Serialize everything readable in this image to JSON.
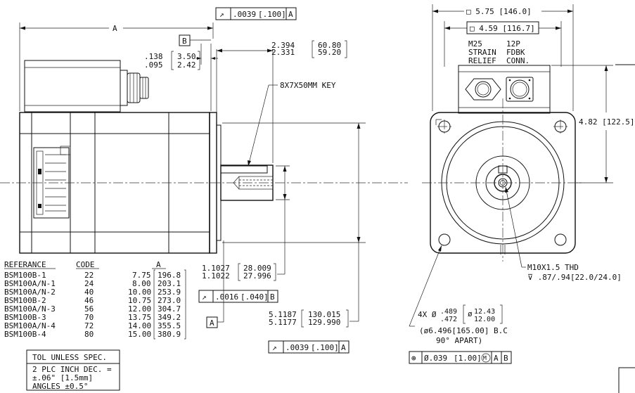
{
  "drawing": {
    "fcf": {
      "top": {
        "symbol": "↗",
        "tol": ".0039",
        "tol_mm": "[.100]",
        "datum": "A"
      },
      "mid": {
        "symbol": "↗",
        "tol": ".0016",
        "tol_mm": "[.040]",
        "datum": "B"
      },
      "bottom": {
        "symbol": "↗",
        "tol": ".0039",
        "tol_mm": "[.100]",
        "datum": "A"
      },
      "position": {
        "symbol": "⊕",
        "tol": "Ø.039",
        "tol_mm": "[1.00]",
        "mod": "M",
        "datum1": "A",
        "datum2": "B"
      }
    },
    "side": {
      "dim_a": "A",
      "datum_b": "B",
      "datum_a": "A",
      "flange_thk": {
        "in_hi": ".138",
        "in_lo": ".095",
        "mm_hi": "3.50",
        "mm_lo": "2.42"
      },
      "shaft_len": {
        "in_hi": "2.394",
        "in_lo": "2.331",
        "mm_hi": "60.80",
        "mm_lo": "59.20"
      },
      "key": "8X7X50MM KEY",
      "shaft_dia": {
        "in_hi": "1.1027",
        "in_lo": "1.1022",
        "mm_hi": "28.009",
        "mm_lo": "27.996"
      },
      "pilot_dia": {
        "in_hi": "5.1187",
        "in_lo": "5.1177",
        "mm_hi": "130.015",
        "mm_lo": "129.990"
      }
    },
    "front": {
      "width_outer": "□ 5.75 [146.0]",
      "width_box": "□ 4.59 [116.7]",
      "strain_relief": [
        "M25",
        "STRAIN",
        "RELIEF"
      ],
      "fdbk_conn": [
        "12P",
        "FDBK",
        "CONN."
      ],
      "height": "4.82 [122.5]",
      "thread": [
        "M10X1.5 THD",
        "⊽ .87/.94[22.0/24.0]"
      ],
      "holes": {
        "prefix": "4X Ø",
        "in_hi": ".489",
        "in_lo": ".472",
        "mm_hi": "12.43",
        "mm_lo": "12.00"
      },
      "bolt_circle": "(ø6.496[165.00] B.C",
      "apart": "90° APART)"
    },
    "table": {
      "headers": [
        "REFERANCE",
        "CODE",
        "A"
      ],
      "rows": [
        [
          "BSM100B-1",
          "22",
          "7.75",
          "196.8"
        ],
        [
          "BSM100A/N-1",
          "24",
          "8.00",
          "203.1"
        ],
        [
          "BSM100A/N-2",
          "40",
          "10.00",
          "253.9"
        ],
        [
          "BSM100B-2",
          "46",
          "10.75",
          "273.0"
        ],
        [
          "BSM100A/N-3",
          "56",
          "12.00",
          "304.7"
        ],
        [
          "BSM100B-3",
          "70",
          "13.75",
          "349.2"
        ],
        [
          "BSM100A/N-4",
          "72",
          "14.00",
          "355.5"
        ],
        [
          "BSM100B-4",
          "80",
          "15.00",
          "380.9"
        ]
      ]
    },
    "tol_box": {
      "title": "TOL UNLESS SPEC.",
      "lines": [
        "2 PLC INCH DEC. =",
        "±.06\" [1.5mm]",
        "ANGLES ±0.5°"
      ]
    }
  }
}
